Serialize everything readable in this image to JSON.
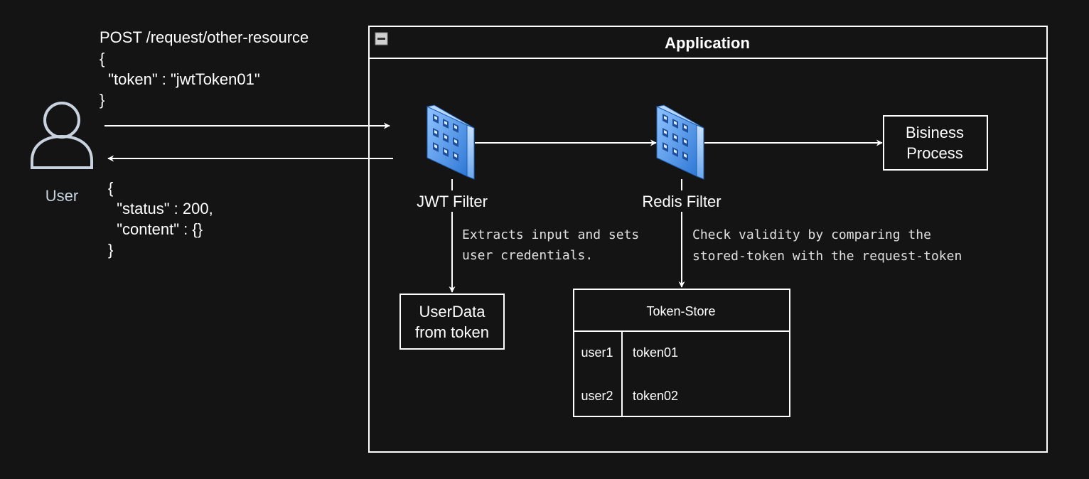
{
  "request": {
    "line1": "POST /request/other-resource",
    "line2": "{",
    "line3": "  \"token\" : \"jwtToken01\"",
    "line4": "}"
  },
  "response": {
    "line1": "{",
    "line2": "  \"status\" : 200,",
    "line3": "  \"content\" : {}",
    "line4": "}"
  },
  "user": {
    "label": "User",
    "icon": "user-icon"
  },
  "application": {
    "title": "Application",
    "collapse_icon": "collapse-icon"
  },
  "jwt_filter": {
    "label": "JWT Filter",
    "icon": "firewall-icon",
    "note_line1": "Extracts input and sets",
    "note_line2": "user credentials."
  },
  "redis_filter": {
    "label": "Redis Filter",
    "icon": "firewall-icon",
    "note_line1": "Check validity by comparing the",
    "note_line2": "stored-token with the request-token"
  },
  "business": {
    "line1": "Bisiness",
    "line2": "Process"
  },
  "userdata": {
    "line1": "UserData",
    "line2": "from token"
  },
  "token_store": {
    "title": "Token-Store",
    "rows": [
      {
        "user": "user1",
        "token": "token01"
      },
      {
        "user": "user2",
        "token": "token02"
      }
    ]
  },
  "colors": {
    "background": "#141414",
    "stroke": "#ffffff",
    "filter_blue": "#4a90e2",
    "user_icon": "#c9d3e0"
  }
}
